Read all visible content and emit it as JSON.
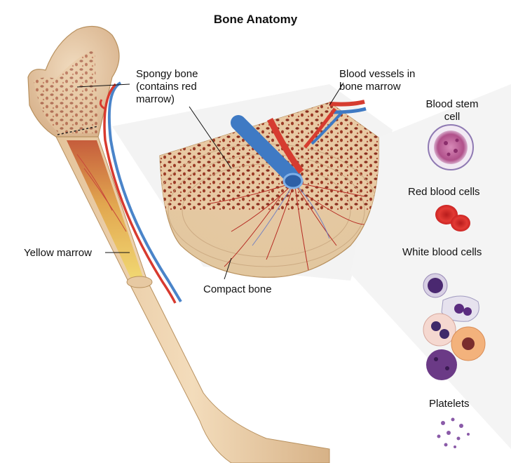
{
  "title": "Bone Anatomy",
  "labels": {
    "spongy_bone": [
      "Spongy bone",
      "(contains red",
      "marrow)"
    ],
    "blood_vessels": [
      "Blood vessels in",
      "bone marrow"
    ],
    "yellow_marrow": "Yellow marrow",
    "compact_bone": "Compact bone",
    "blood_stem_cell": [
      "Blood stem",
      "cell"
    ],
    "red_blood_cells": "Red blood cells",
    "white_blood_cells": "White blood cells",
    "platelets": "Platelets"
  }
}
